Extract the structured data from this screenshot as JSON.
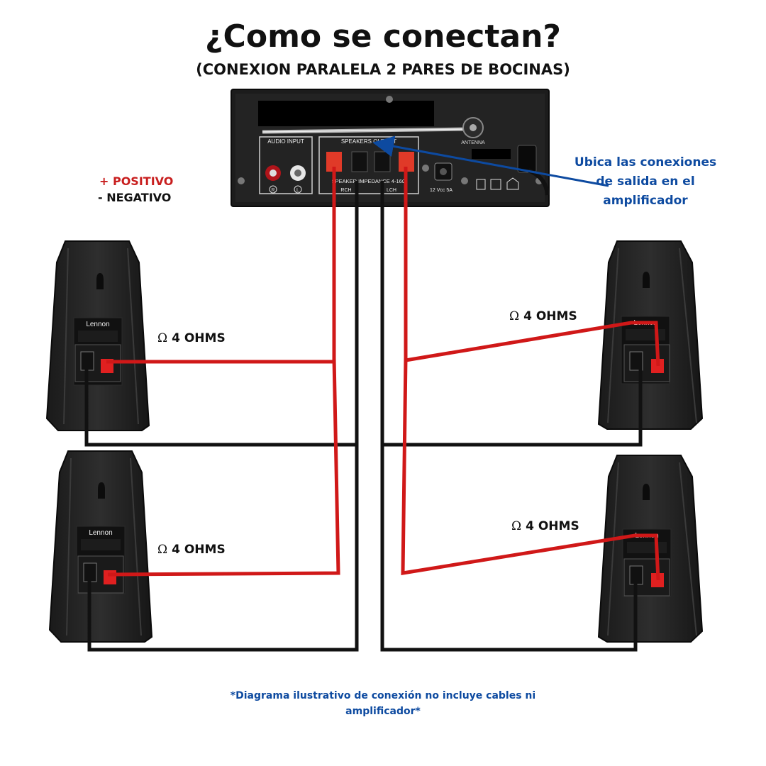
{
  "title": "¿Como se conectan?",
  "subtitle": "(CONEXION PARALELA 2 PARES DE BOCINAS)",
  "legend": {
    "positive": "+ POSITIVO",
    "negative": "- NEGATIVO"
  },
  "callout": {
    "line1": "Ubica las conexiones",
    "line2": "de salida en el",
    "line3": "amplificador"
  },
  "amplifier": {
    "audio_input_label": "AUDIO INPUT",
    "speakers_output_label": "SPEAKERS OUTPUT",
    "impedance_label": "SPEAKER IMPEDANCE 4-16Ω",
    "rch_label": "RCH",
    "lch_label": "LCH",
    "right_label": "R",
    "left_label": "L",
    "antenna_label": "ANTENNA",
    "power_label": "12 Vcc 5A"
  },
  "speakers": [
    {
      "brand": "Lennon",
      "ohms": "4 OHMS"
    },
    {
      "brand": "Lennon",
      "ohms": "4 OHMS"
    },
    {
      "brand": "Lennon",
      "ohms": "4 OHMS"
    },
    {
      "brand": "Lennon",
      "ohms": "4 OHMS"
    }
  ],
  "ohm_symbol": "Ω",
  "footnote": {
    "line1": "*Diagrama ilustrativo de conexión no incluye cables ni",
    "line2": "amplificador*"
  },
  "colors": {
    "positive_wire": "#d01818",
    "negative_wire": "#111111",
    "callout": "#0d4aa0"
  }
}
